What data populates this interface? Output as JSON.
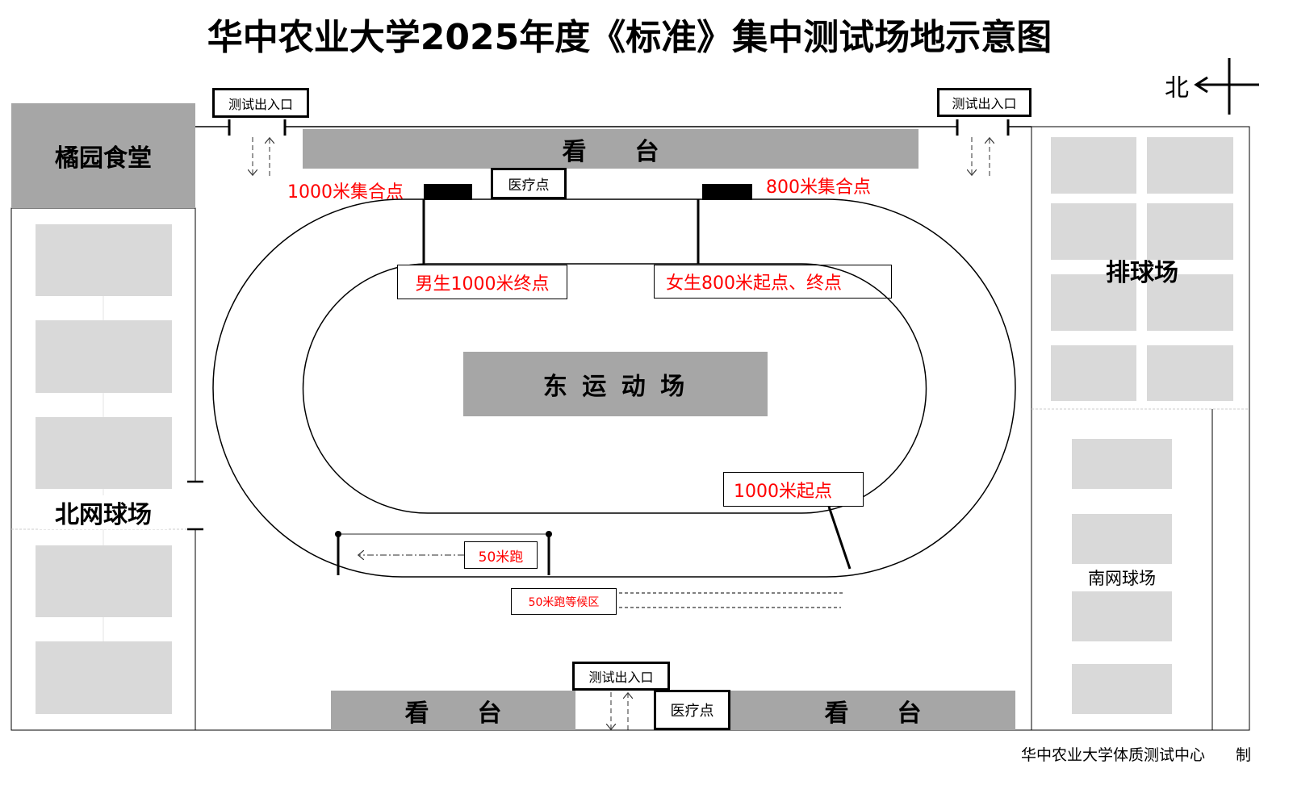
{
  "title": "华中农业大学2025年度《标准》集中测试场地示意图",
  "north_label": "北",
  "canteen": "橘园食堂",
  "north_tennis": "北网球场",
  "volleyball": "排球场",
  "south_tennis": "南网球场",
  "stand_top": "看　　台",
  "stand_bottom_left": "看　　台",
  "stand_bottom_right": "看　　台",
  "entrance": "测试出入口",
  "medical": "医疗点",
  "field": "东 运 动 场",
  "gather_1000": "1000米集合点",
  "gather_800": "800米集合点",
  "finish_1000_male": "男生1000米终点",
  "start_800_female": "女生800米起点、终点",
  "start_1000": "1000米起点",
  "run_50": "50米跑",
  "wait_50": "50米跑等候区",
  "footer": "华中农业大学体质测试中心　　制",
  "colors": {
    "stand": "#a6a6a6",
    "court": "#d9d9d9",
    "label_red": "#ff0000"
  }
}
